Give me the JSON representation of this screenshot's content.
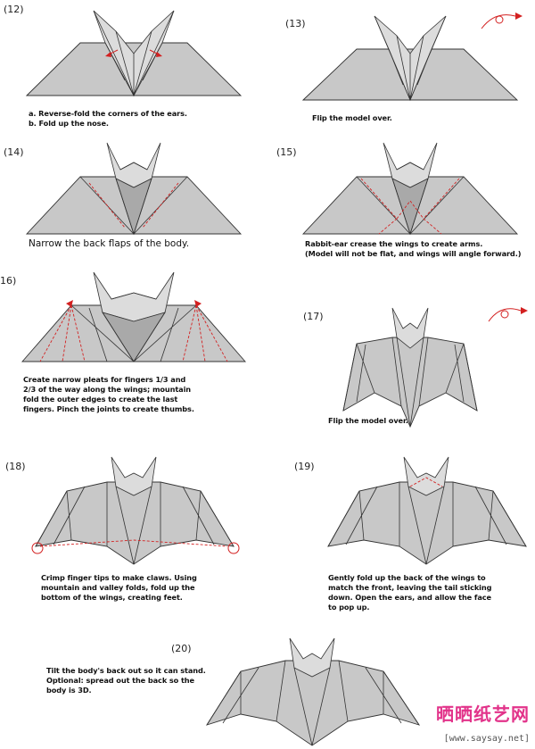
{
  "steps": [
    {
      "num": "(12)",
      "lines": [
        "a. Reverse-fold the corners of the ears.",
        "b. Fold up the nose."
      ]
    },
    {
      "num": "(13)",
      "lines": [
        "Flip the model over."
      ]
    },
    {
      "num": "(14)",
      "lines": [
        "Narrow the back flaps of the body."
      ]
    },
    {
      "num": "(15)",
      "lines": [
        "Rabbit-ear crease the wings to create arms.",
        "(Model will not be flat, and wings will angle forward.)"
      ]
    },
    {
      "num": "16)",
      "lines": [
        "Create narrow pleats for fingers 1/3 and",
        "2/3 of the way along the wings; mountain",
        "fold the outer edges to create the last",
        "fingers. Pinch the joints to create thumbs."
      ]
    },
    {
      "num": "(17)",
      "lines": [
        "Flip the model over."
      ]
    },
    {
      "num": "(18)",
      "lines": [
        "Crimp finger tips to make claws. Using",
        "mountain and valley folds, fold up the",
        "bottom of the wings, creating feet."
      ]
    },
    {
      "num": "(19)",
      "lines": [
        "Gently fold up the back of the wings to",
        "match the front, leaving the tail sticking",
        "down. Open the ears, and allow the face",
        "to pop up."
      ]
    },
    {
      "num": "(20)",
      "lines": [
        "Tilt the body's back out so it can stand.",
        "Optional: spread out the back so the",
        "body is 3D."
      ]
    }
  ],
  "watermark": {
    "logo_text": "晒晒纸艺网",
    "url": "[www.saysay.net]"
  },
  "colors": {
    "paper": "#c8c8c8",
    "outline": "#333333",
    "fold_marks": "#d32020",
    "watermark": "#e2338a"
  }
}
